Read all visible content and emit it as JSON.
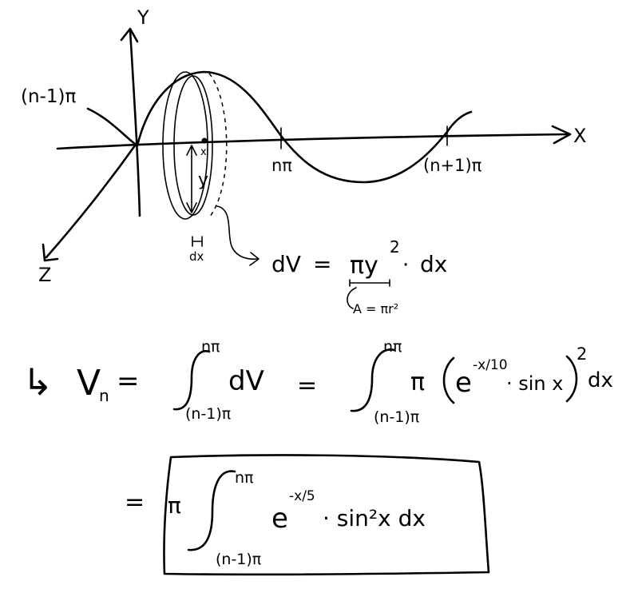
{
  "graph": {
    "axis_y": "Y",
    "axis_x": "X",
    "axis_z": "Z",
    "label_n_minus_1_pi": "(n-1)π",
    "label_x_point": "x",
    "label_y_radius": "y",
    "label_n_pi": "nπ",
    "label_n_plus_1_pi": "(n+1)π",
    "label_dx": "dx"
  },
  "volume_element": {
    "lhs": "dV",
    "equals": "=",
    "rhs_main": "πy",
    "rhs_exp": "2",
    "rhs_dot": "·",
    "rhs_dx": "dx",
    "area_note": "A = πr²"
  },
  "integral_line": {
    "arrow": "↳",
    "v": "V",
    "v_sub": "n",
    "eq1": "=",
    "upper1": "nπ",
    "lower1": "(n-1)π",
    "body1": "dV",
    "eq2": "=",
    "upper2": "nπ",
    "lower2": "(n-1)π",
    "pi": "π",
    "e": "e",
    "exp": "-x/10",
    "sin_part": "· sin x",
    "power": "2",
    "dx": "dx"
  },
  "result": {
    "eq": "=",
    "pi": "π",
    "upper": "nπ",
    "lower": "(n-1)π",
    "e": "e",
    "exp": "-x/5",
    "sin_part": "· sin²x dx"
  }
}
